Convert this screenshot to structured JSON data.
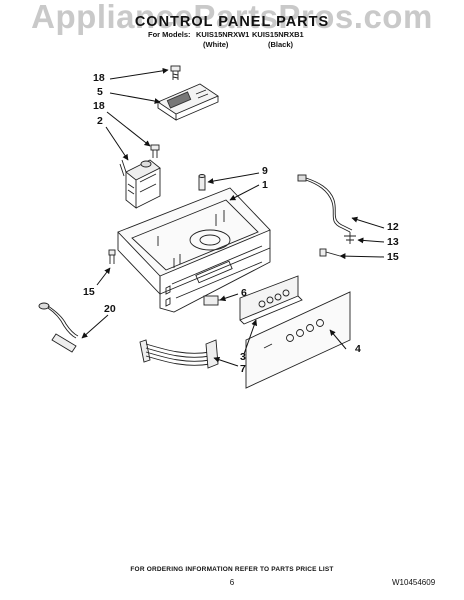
{
  "watermark": "AppliancePartsPros.com",
  "header": {
    "title": "CONTROL PANEL PARTS",
    "models_prefix": "For Models:",
    "model_white": "KUIS15NRXW1",
    "model_black": "KUIS15NRXB1",
    "model_white_label": "(White)",
    "model_black_label": "(Black)"
  },
  "callouts": {
    "c18a": "18",
    "c5": "5",
    "c18b": "18",
    "c2": "2",
    "c9": "9",
    "c1": "1",
    "c12": "12",
    "c13": "13",
    "c15a": "15",
    "c15b": "15",
    "c6": "6",
    "c20": "20",
    "c4": "4",
    "c3": "3",
    "c7": "7"
  },
  "footer": {
    "ordering_note": "FOR ORDERING INFORMATION REFER TO PARTS PRICE LIST",
    "page_number": "6",
    "document_number": "W10454609"
  }
}
